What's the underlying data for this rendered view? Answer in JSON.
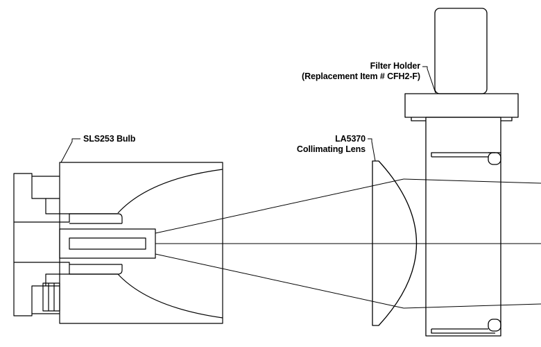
{
  "labels": {
    "filter_holder": {
      "line1": "Filter Holder",
      "line2": "(Replacement Item # CFH2-F)"
    },
    "bulb": {
      "line1": "SLS253 Bulb"
    },
    "lens": {
      "line1": "LA5370",
      "line2": "Collimating Lens"
    }
  },
  "colors": {
    "stroke": "#000000",
    "background": "#ffffff"
  }
}
